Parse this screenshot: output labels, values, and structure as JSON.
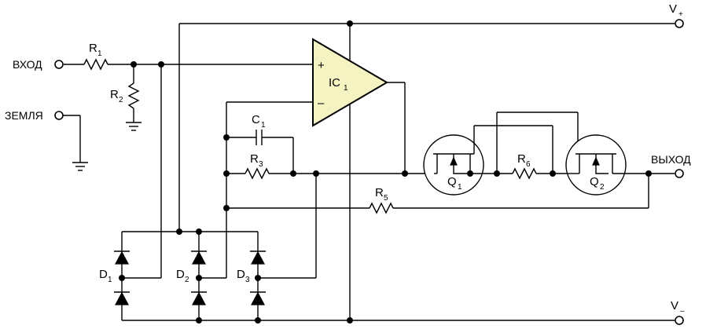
{
  "terminals": {
    "vin_label": "ВХОД",
    "gnd_label": "ЗЕМЛЯ",
    "vout_label": "ВЫХОД",
    "vplus_label": "V",
    "vplus_sub": "+",
    "vminus_label": "V",
    "vminus_sub": "–"
  },
  "components": {
    "r1": {
      "label": "R",
      "sub": "1"
    },
    "r2": {
      "label": "R",
      "sub": "2"
    },
    "r3": {
      "label": "R",
      "sub": "3"
    },
    "r5": {
      "label": "R",
      "sub": "5"
    },
    "r6": {
      "label": "R",
      "sub": "6"
    },
    "c1": {
      "label": "C",
      "sub": "1"
    },
    "ic1": {
      "label": "IC",
      "sub": "1",
      "plus": "+",
      "minus": "–"
    },
    "q1": {
      "label": "Q",
      "sub": "1"
    },
    "q2": {
      "label": "Q",
      "sub": "2"
    },
    "d1": {
      "label": "D",
      "sub": "1"
    },
    "d2": {
      "label": "D",
      "sub": "2"
    },
    "d3": {
      "label": "D",
      "sub": "3"
    }
  },
  "colors": {
    "opamp_fill": "#f5f3c2",
    "wire": "#000000"
  }
}
